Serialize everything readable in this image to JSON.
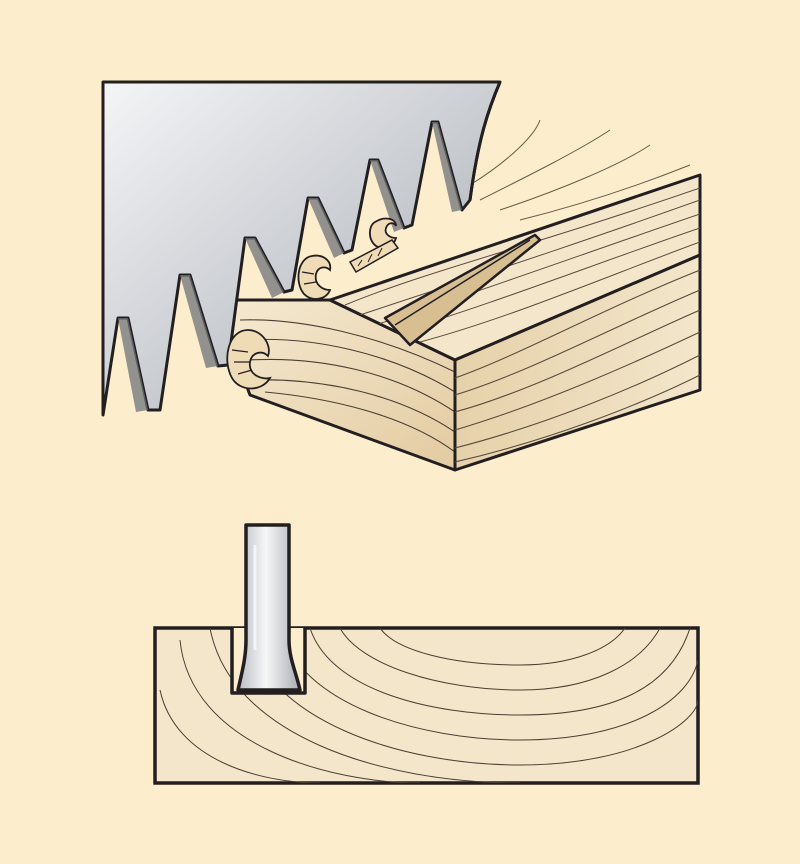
{
  "colors": {
    "background": "#fcedcc",
    "wood_light": "#f2e2c4",
    "wood_face": "#e9d4ad",
    "wood_side": "#dcc49a",
    "outline": "#231f20",
    "blade_light": "#f1f2f4",
    "blade_dark": "#9a9da3"
  },
  "illustration": {
    "top": "saw-cutting-kerf-in-board",
    "bottom": "blade-in-kerf-cross-section"
  },
  "icons": [
    "saw-blade",
    "sawdust-curl",
    "wood-grain"
  ]
}
